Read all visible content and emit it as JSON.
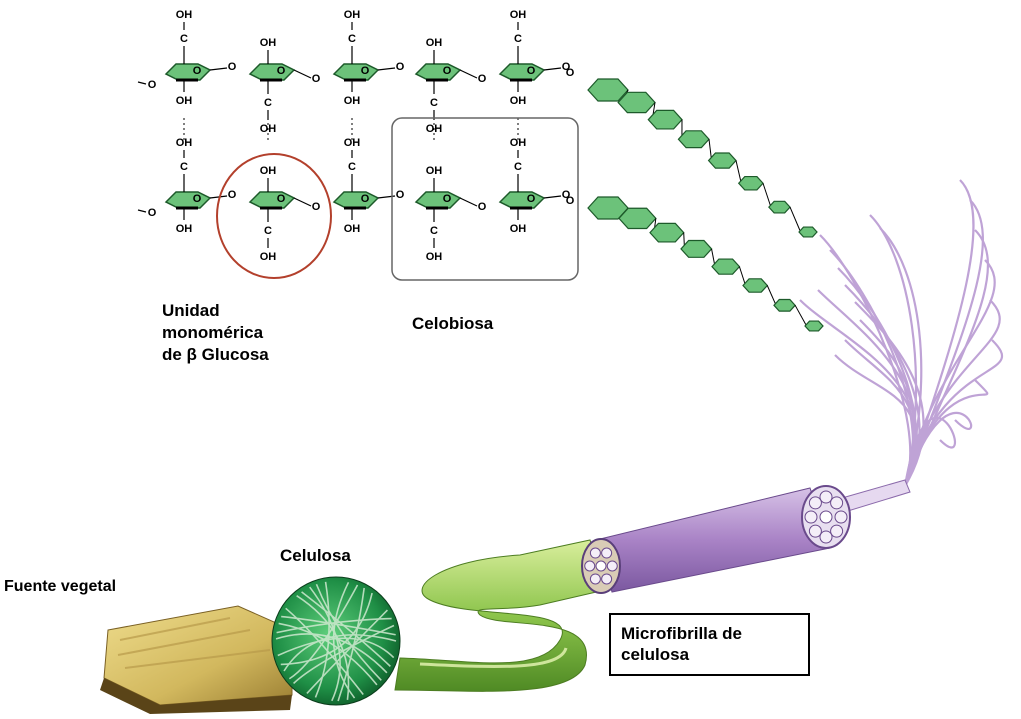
{
  "labels": {
    "unidad": [
      "Unidad",
      "monomérica",
      "de β Glucosa"
    ],
    "celobiosa": "Celobiosa",
    "celulosa": "Celulosa",
    "fuente": "Fuente vegetal",
    "microfibrilla": [
      "Microfibrilla de",
      "celulosa"
    ]
  },
  "atoms": {
    "oh": "OH",
    "c": "C",
    "o": "O"
  },
  "colors": {
    "ring": "#6cc27a",
    "ring_stroke": "#1d5a2a",
    "fiber_purple": "#a983c6",
    "fiber_green": "#8cc44b",
    "wood": "#d8c270",
    "circle_red": "#b3402c",
    "box_gray": "#666666"
  },
  "chains": {
    "top_ring_count": 5,
    "bottom_ring_count": 5,
    "top_tail_hexagons": 8,
    "bottom_tail_hexagons": 8
  }
}
